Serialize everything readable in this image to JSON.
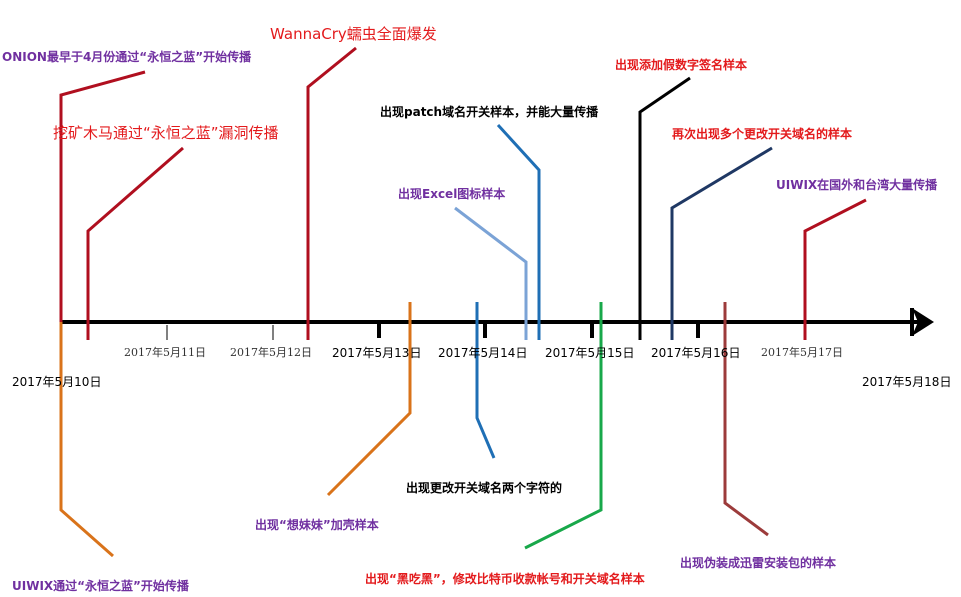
{
  "colors": {
    "axis": "#000000",
    "dark_red": "#b00f1f",
    "orange": "#d9731a",
    "blue": "#1f6fb5",
    "light_blue": "#7ba3d6",
    "black": "#000000",
    "navy": "#1f3864",
    "green": "#18a84a",
    "brown": "#9c3b3b",
    "purple_text": "#7030a0",
    "red_text": "#e31a1c",
    "black_text": "#000000"
  },
  "dates": [
    {
      "id": "d10",
      "label": "2017年5月10日",
      "style": "bold"
    },
    {
      "id": "d11",
      "label": "2017年5月11日",
      "style": "serif"
    },
    {
      "id": "d12",
      "label": "2017年5月12日",
      "style": "serif"
    },
    {
      "id": "d13",
      "label": "2017年5月13日",
      "style": "bold"
    },
    {
      "id": "d14",
      "label": "2017年5月14日",
      "style": "bold"
    },
    {
      "id": "d15",
      "label": "2017年5月15日",
      "style": "bold"
    },
    {
      "id": "d16",
      "label": "2017年5月16日",
      "style": "bold"
    },
    {
      "id": "d17",
      "label": "2017年5月17日",
      "style": "serif"
    },
    {
      "id": "d18",
      "label": "2017年5月18日",
      "style": "bold"
    }
  ],
  "events": [
    {
      "id": "onion",
      "text": "ONION最早于4月份通过“永恒之蓝”开始传播",
      "color_key": "dark_red",
      "text_color_key": "purple_text"
    },
    {
      "id": "miner",
      "text": "挖矿木马通过“永恒之蓝”漏洞传播",
      "color_key": "dark_red",
      "text_color_key": "red_text"
    },
    {
      "id": "wannacry",
      "text": "WannaCry蠕虫全面爆发",
      "color_key": "dark_red",
      "text_color_key": "red_text"
    },
    {
      "id": "uiwix1",
      "text": "UIWIX通过“永恒之蓝”开始传播",
      "color_key": "orange",
      "text_color_key": "purple_text"
    },
    {
      "id": "xiangmeimei",
      "text": "出现“想妹妹”加壳样本",
      "color_key": "orange",
      "text_color_key": "purple_text"
    },
    {
      "id": "excel",
      "text": "出现Excel图标样本",
      "color_key": "light_blue",
      "text_color_key": "purple_text"
    },
    {
      "id": "patch",
      "text": "出现patch域名开关样本，并能大量传播",
      "color_key": "blue",
      "text_color_key": "black_text"
    },
    {
      "id": "change2",
      "text": "出现更改开关域名两个字符的",
      "color_key": "blue",
      "text_color_key": "black_text"
    },
    {
      "id": "heichihei",
      "text": "出现“黑吃黑”，修改比特币收款帐号和开关域名样本",
      "color_key": "green",
      "text_color_key": "red_text"
    },
    {
      "id": "fakesig",
      "text": "出现添加假数字签名样本",
      "color_key": "black",
      "text_color_key": "red_text"
    },
    {
      "id": "multidomain",
      "text": "再次出现多个更改开关域名的样本",
      "color_key": "navy",
      "text_color_key": "red_text"
    },
    {
      "id": "xunlei",
      "text": "出现伪装成迅雷安装包的样本",
      "color_key": "brown",
      "text_color_key": "purple_text"
    },
    {
      "id": "uiwix2",
      "text": "UIWIX在国外和台湾大量传播",
      "color_key": "dark_red",
      "text_color_key": "purple_text"
    }
  ]
}
